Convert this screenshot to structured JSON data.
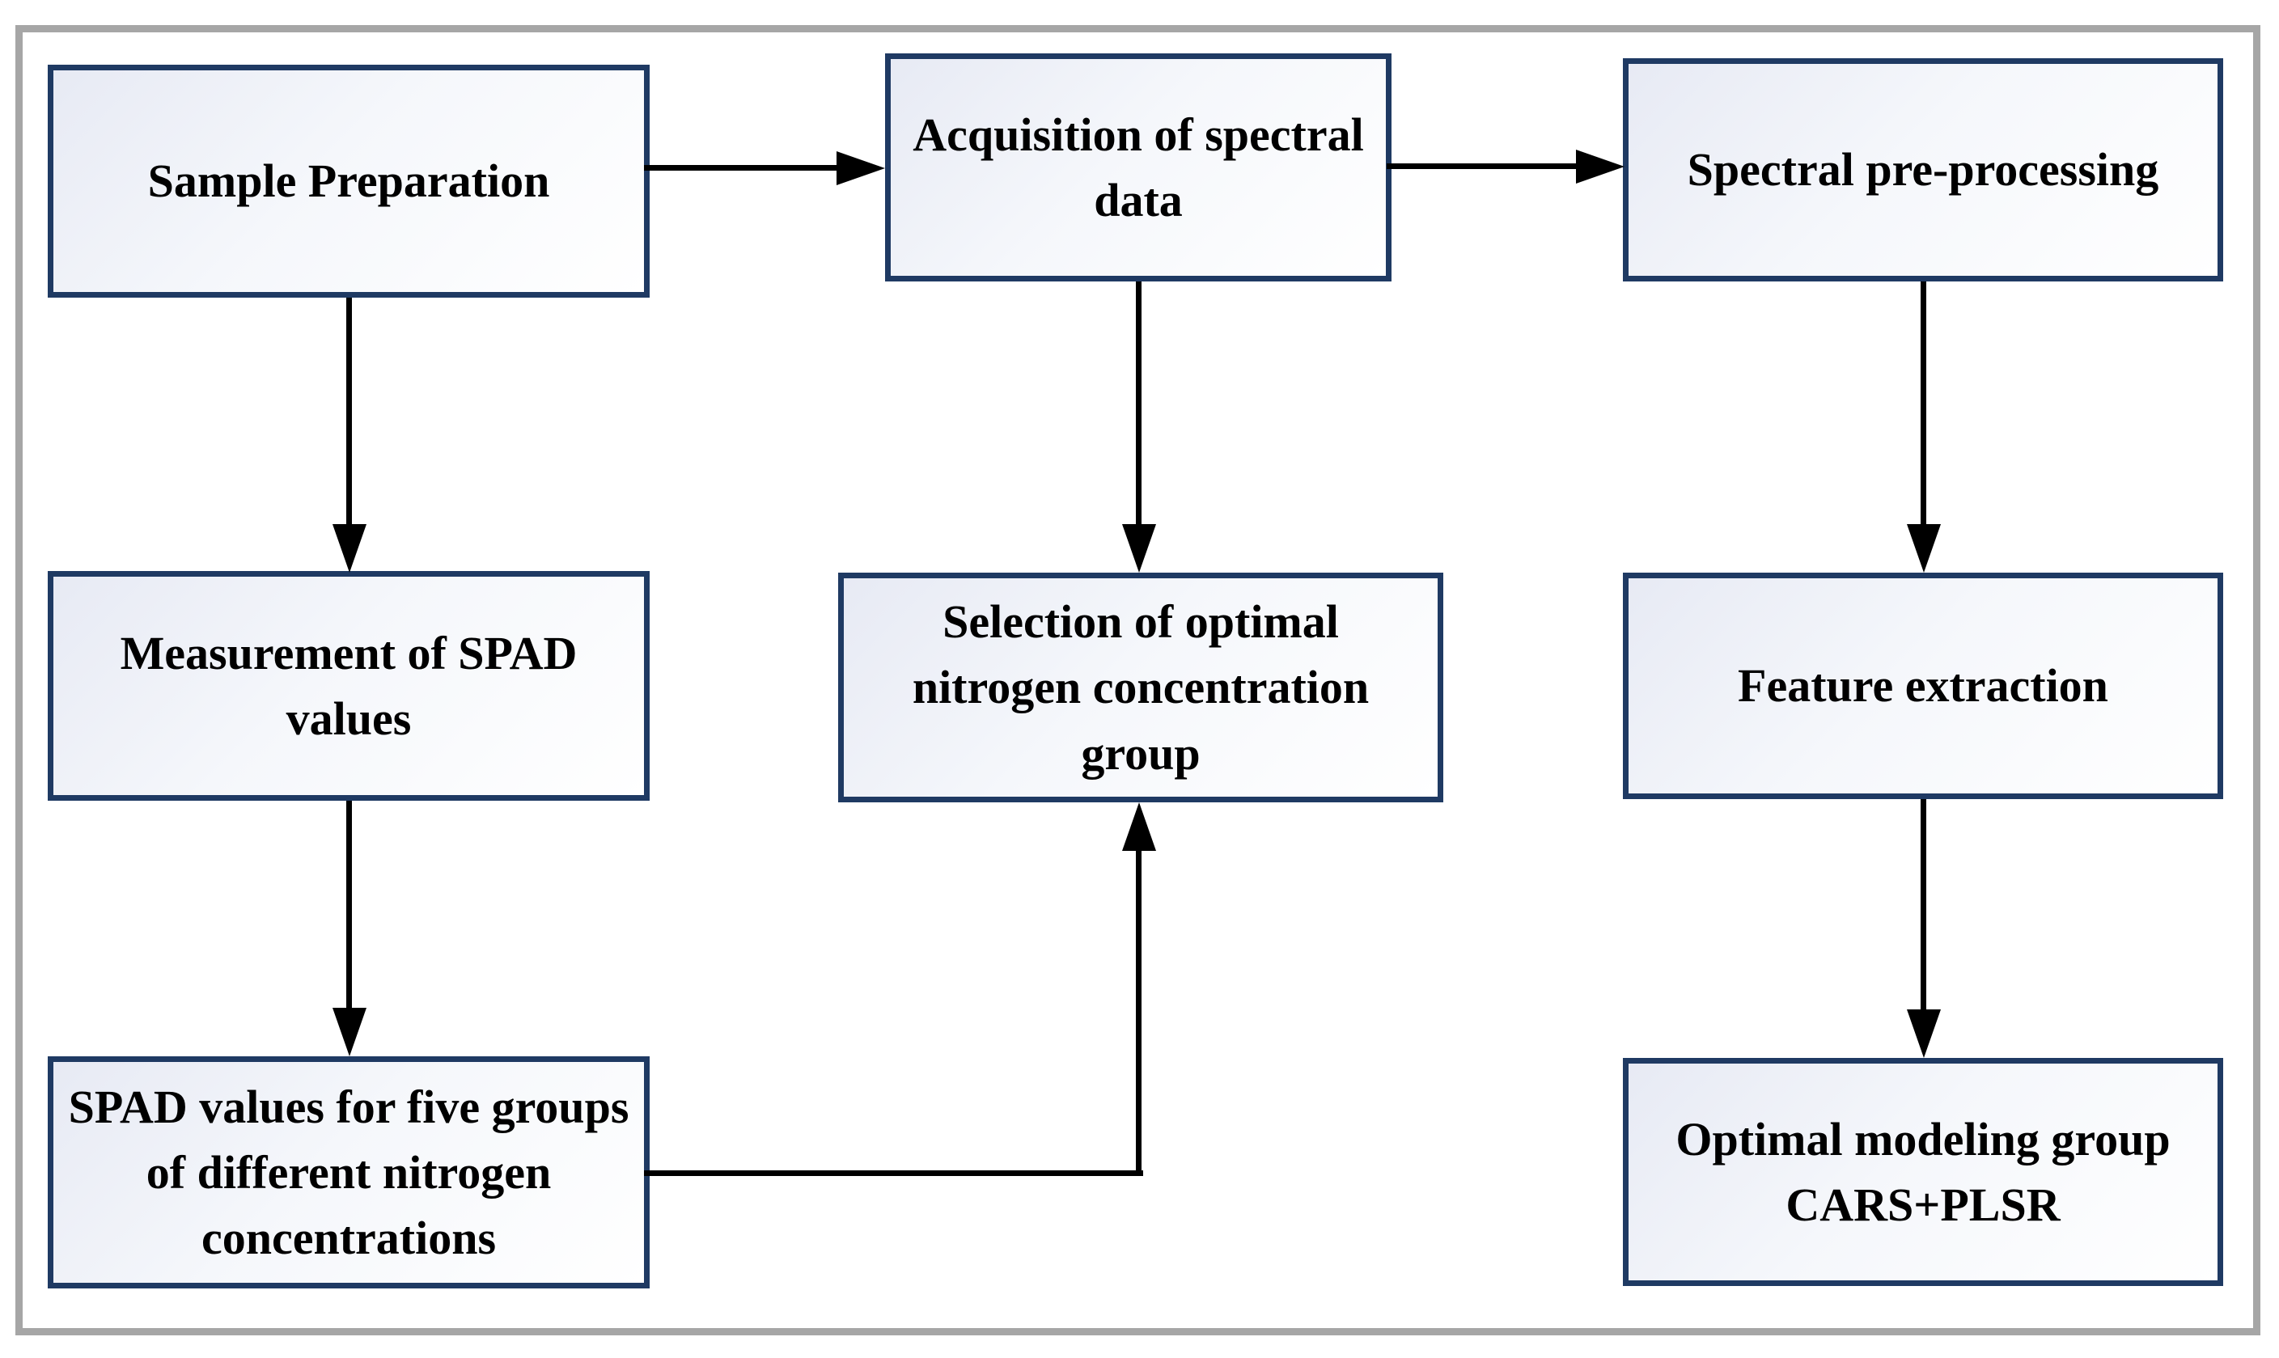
{
  "palette": {
    "background": "#ffffff",
    "frame": "#a6a6a6",
    "box_border": "#1f3a63",
    "box_fill_light": "#e7eaf4",
    "box_fill_white": "#ffffff",
    "arrow": "#000000",
    "text": "#000000"
  },
  "boxes": [
    {
      "id": "sample-preparation",
      "label": "Sample Preparation"
    },
    {
      "id": "acquisition-of-spectral-data",
      "label": "Acquisition of spectral\ndata"
    },
    {
      "id": "spectral-pre-processing",
      "label": "Spectral pre-processing"
    },
    {
      "id": "measurement-of-spad-values",
      "label": "Measurement of SPAD\nvalues"
    },
    {
      "id": "selection-of-optimal-nitrogen-concentration-group",
      "label": "Selection of optimal\nnitrogen concentration\ngroup"
    },
    {
      "id": "feature-extraction",
      "label": "Feature extraction"
    },
    {
      "id": "spad-values-for-five-groups",
      "label": "SPAD values for five groups\nof different nitrogen\nconcentrations"
    },
    {
      "id": "optimal-modeling-group",
      "label": "Optimal modeling group\nCARS+PLSR"
    }
  ],
  "edges": [
    {
      "from": "sample-preparation",
      "to": "acquisition-of-spectral-data",
      "direction": "right"
    },
    {
      "from": "acquisition-of-spectral-data",
      "to": "spectral-pre-processing",
      "direction": "right"
    },
    {
      "from": "sample-preparation",
      "to": "measurement-of-spad-values",
      "direction": "down"
    },
    {
      "from": "acquisition-of-spectral-data",
      "to": "selection-of-optimal-nitrogen-concentration-group",
      "direction": "down"
    },
    {
      "from": "spectral-pre-processing",
      "to": "feature-extraction",
      "direction": "down"
    },
    {
      "from": "measurement-of-spad-values",
      "to": "spad-values-for-five-groups",
      "direction": "down"
    },
    {
      "from": "spad-values-for-five-groups",
      "to": "selection-of-optimal-nitrogen-concentration-group",
      "direction": "right-then-up"
    },
    {
      "from": "feature-extraction",
      "to": "optimal-modeling-group",
      "direction": "down"
    }
  ]
}
